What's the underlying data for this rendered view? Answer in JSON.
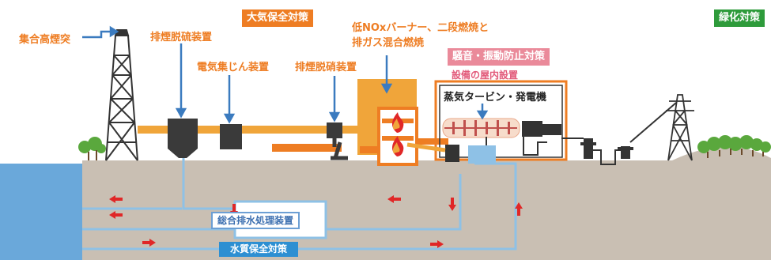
{
  "labels": {
    "chimney": "集合高煙突",
    "desulfurization": "排煙脱硫装置",
    "precipitator": "電気集じん装置",
    "denitration": "排煙脱硝装置",
    "burner_line1": "低NOxバーナー、二段燃焼と",
    "burner_line2": "排ガス混合燃焼",
    "indoor": "設備の屋内設置",
    "turbine": "蒸気タービン・発電機",
    "wastewater": "総合排水処理装置"
  },
  "categories": {
    "air": "大気保全対策",
    "greening": "緑化対策",
    "noise": "騒音・振動防止対策",
    "water": "水質保全対策"
  },
  "colors": {
    "orange": "#ee7d23",
    "exhaust": "#f0a53a",
    "green": "#2e9b3b",
    "pink": "#ea8a9a",
    "blue": "#2d8fd2",
    "pipe": "#8ec1e6",
    "ground": "#c9bfb3",
    "sea": "#6aa8da",
    "arrow": "#e02727"
  }
}
